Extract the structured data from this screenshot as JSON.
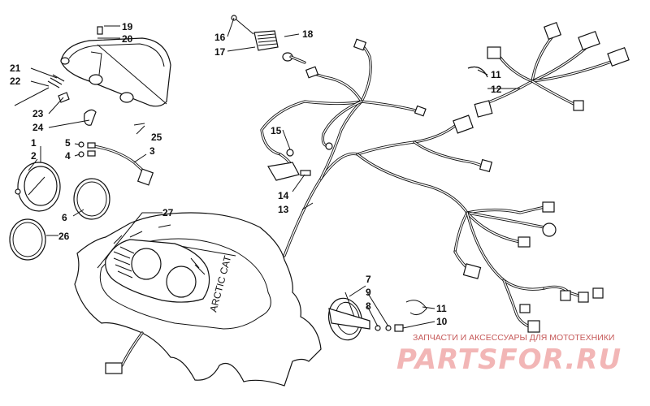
{
  "callouts": {
    "c1": "1",
    "c2": "2",
    "c3": "3",
    "c4": "4",
    "c5": "5",
    "c6": "6",
    "c7": "7",
    "c8": "8",
    "c9": "9",
    "c10": "10",
    "c11a": "11",
    "c11b": "11",
    "c12": "12",
    "c13": "13",
    "c14": "14",
    "c15": "15",
    "c16": "16",
    "c17": "17",
    "c18": "18",
    "c19": "19",
    "c20": "20",
    "c21": "21",
    "c22": "22",
    "c23": "23",
    "c24": "24",
    "c25": "25",
    "c26": "26",
    "c27": "27"
  },
  "watermark": {
    "tagline": "ЗАПЧАСТИ И АКСЕССУАРЫ ДЛЯ МОТОТЕХНИКИ",
    "brand": "PARTSFOR.RU"
  },
  "colors": {
    "line": "#111111",
    "watermark_text": "#c65a5a",
    "watermark_logo": "#f2b6b6"
  }
}
